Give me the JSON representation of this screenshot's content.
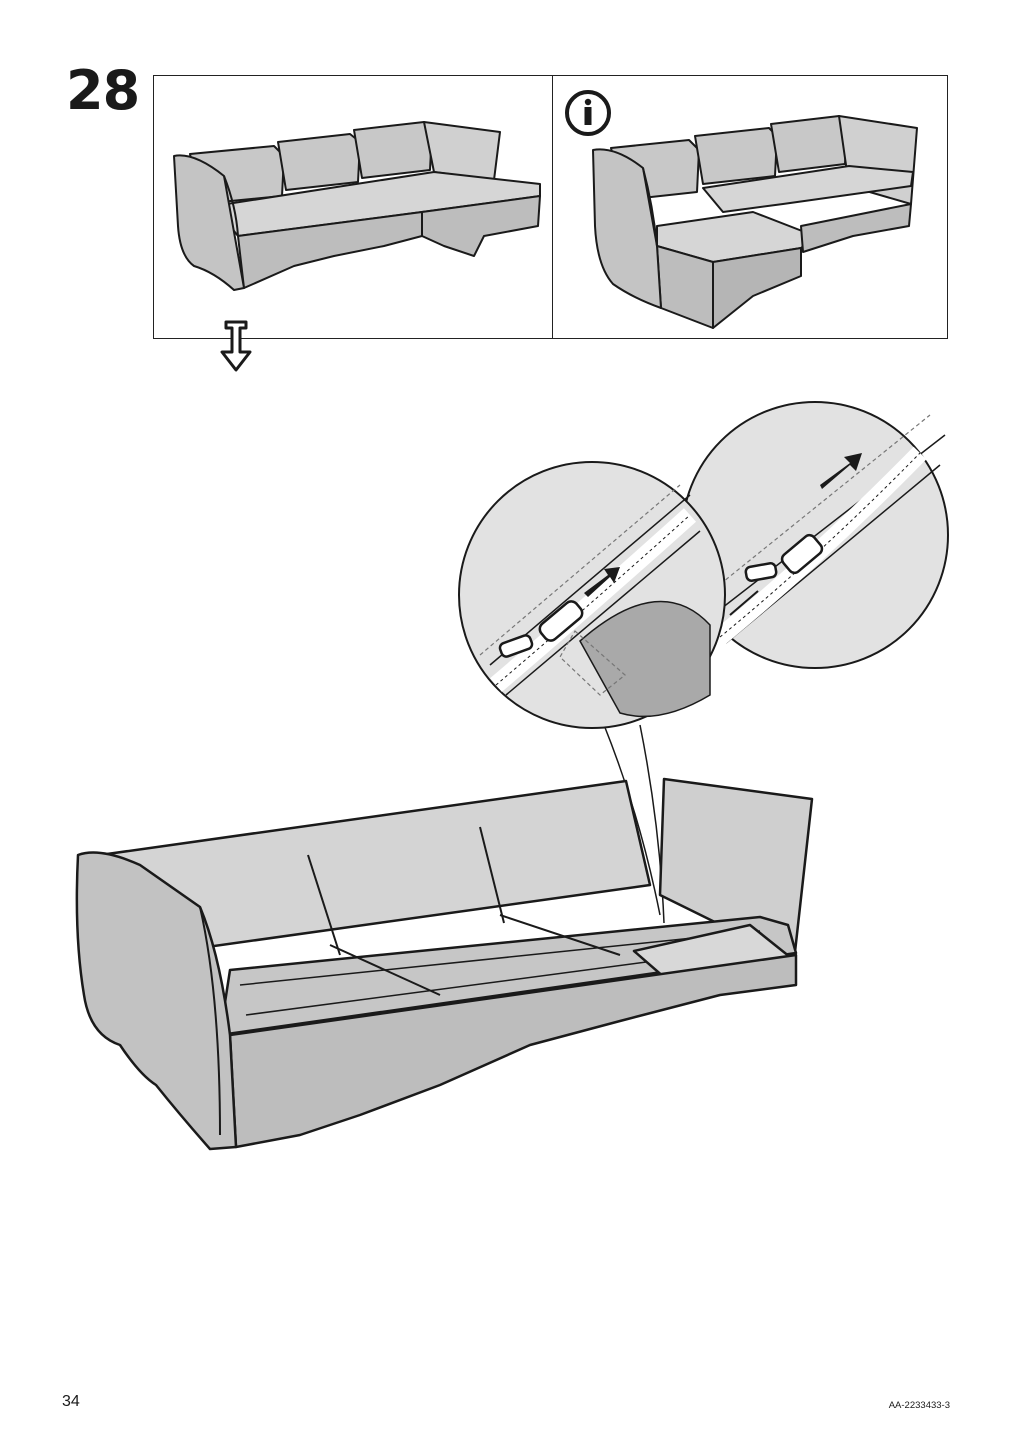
{
  "step": {
    "number": "28"
  },
  "panels": {
    "left": {
      "icon": "sofa-with-chaise-right-icon"
    },
    "right": {
      "icon": "info-icon",
      "icon2": "sofa-with-chaise-left-icon"
    }
  },
  "illustration": {
    "icons": [
      "zipper-open-detail-icon",
      "zipper-close-detail-icon",
      "sofa-frame-icon",
      "arrow-down-icon"
    ],
    "colors": {
      "fabric": "#c8c8c8",
      "fabric_dark": "#a9a9a9",
      "line": "#1a1a1a",
      "background": "#ffffff"
    }
  },
  "footer": {
    "page_number": "34",
    "doc_code": "AA-2233433-3"
  }
}
